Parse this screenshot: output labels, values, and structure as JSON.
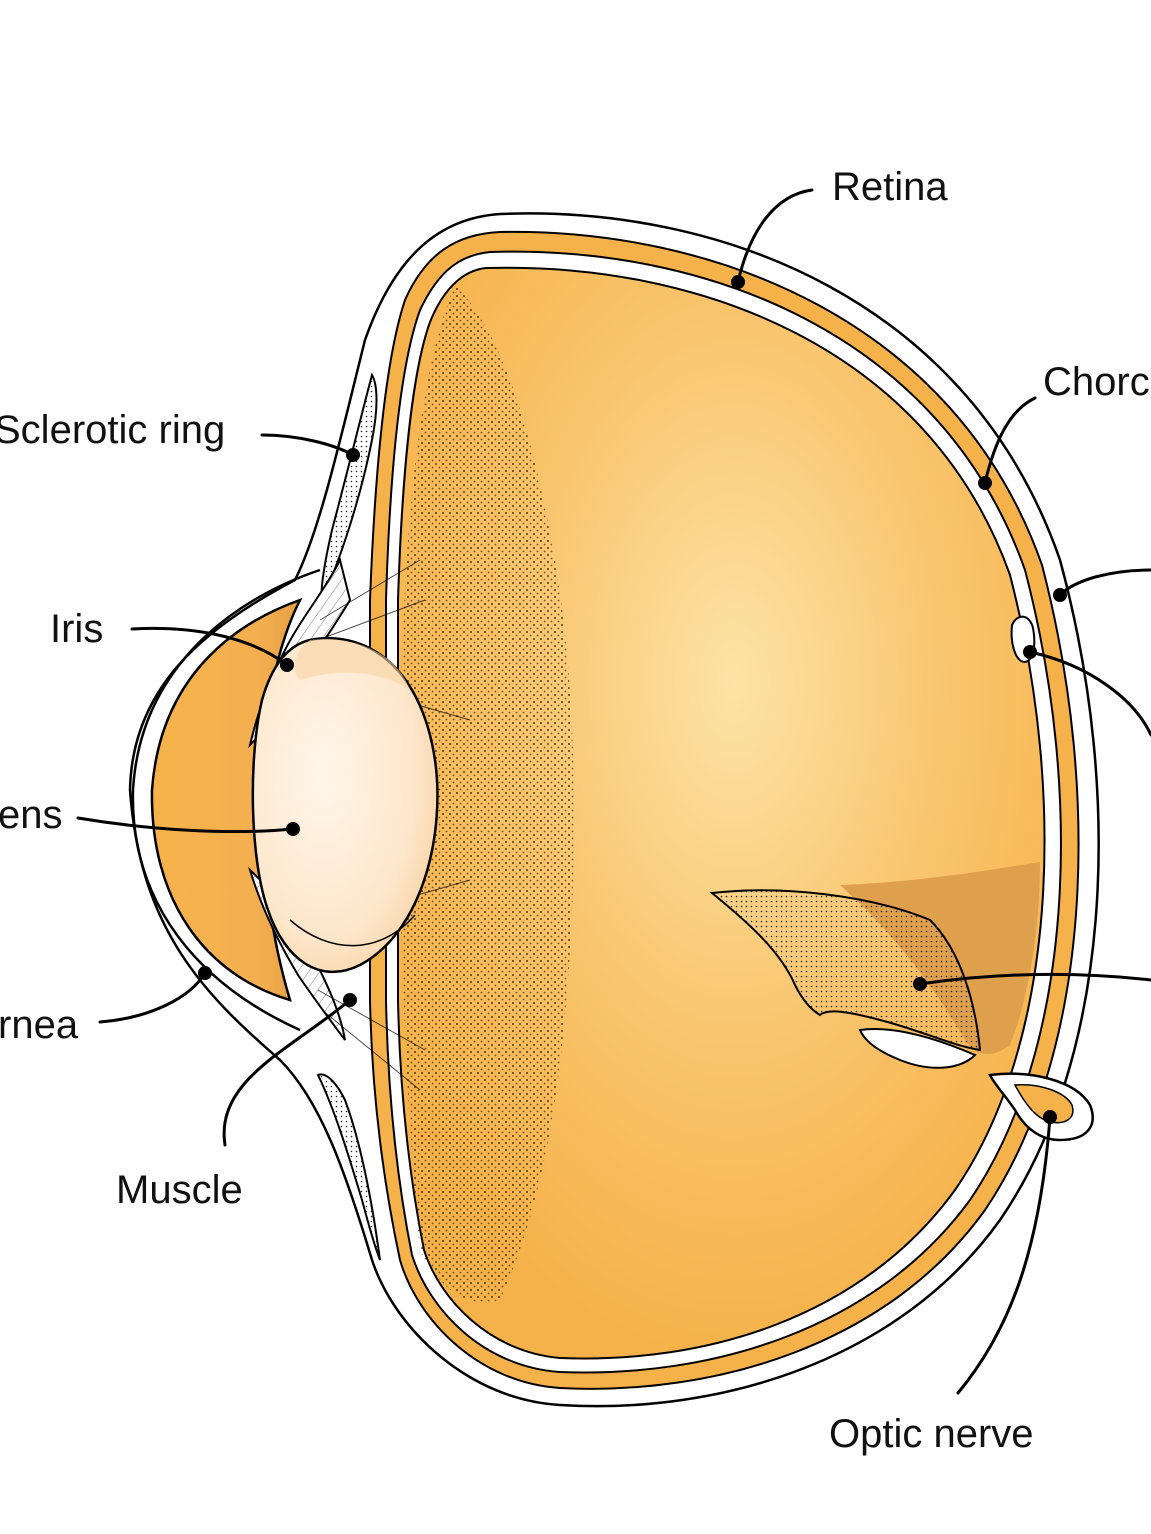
{
  "labels": {
    "retina": "Retina",
    "choroid": "Chorc",
    "sclerotic_ring": "Sclerotic ring",
    "iris": "Iris",
    "lens": "ens",
    "cornea": "rnea",
    "muscle": "Muscle",
    "optic_nerve": "Optic nerve"
  },
  "colors": {
    "vitreous": "#f6b24a",
    "vitreous_light": "#fde3a6",
    "lens_light": "#fff6ea",
    "lens_edge": "#f9d3a4",
    "pecten_shadow": "#dea04c",
    "tissue": "#ffffff",
    "outline": "#000000"
  }
}
